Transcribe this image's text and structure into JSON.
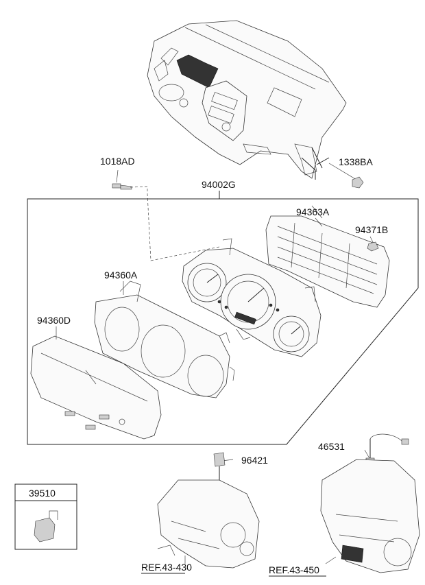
{
  "labels": {
    "p1018AD": "1018AD",
    "p1338BA": "1338BA",
    "p94002G": "94002G",
    "p94363A": "94363A",
    "p94371B": "94371B",
    "p94360A": "94360A",
    "p94360D": "94360D",
    "p96421": "96421",
    "p46531": "46531",
    "p39510": "39510",
    "ref1": "REF.43-430",
    "ref2": "REF.43-450"
  }
}
